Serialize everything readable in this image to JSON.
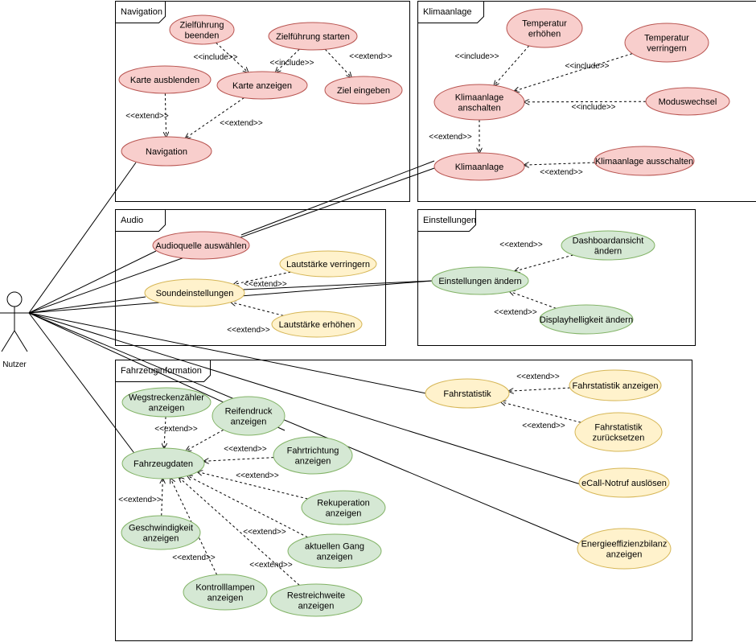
{
  "colors": {
    "red_fill": "#f8cecc",
    "red_stroke": "#b85450",
    "yellow_fill": "#fff2cc",
    "yellow_stroke": "#d6b656",
    "green_fill": "#d5e8d4",
    "green_stroke": "#82b366"
  },
  "actor": {
    "label": "Nutzer"
  },
  "packages": [
    {
      "id": "nav",
      "title": "Navigation"
    },
    {
      "id": "klima",
      "title": "Klimaanlage"
    },
    {
      "id": "audio",
      "title": "Audio"
    },
    {
      "id": "einst",
      "title": "Einstellungen"
    },
    {
      "id": "fzg",
      "title": "Fahrzeuginformation"
    }
  ],
  "use_cases": [
    {
      "id": "zb",
      "color": "red",
      "lines": [
        "Zielführung",
        "beenden"
      ]
    },
    {
      "id": "zs",
      "color": "red",
      "lines": [
        "Zielführung starten"
      ]
    },
    {
      "id": "ka",
      "color": "red",
      "lines": [
        "Karte ausblenden"
      ]
    },
    {
      "id": "kz",
      "color": "red",
      "lines": [
        "Karte anzeigen"
      ]
    },
    {
      "id": "ze",
      "color": "red",
      "lines": [
        "Ziel eingeben"
      ]
    },
    {
      "id": "nv",
      "color": "red",
      "lines": [
        "Navigation"
      ]
    },
    {
      "id": "te",
      "color": "red",
      "lines": [
        "Temperatur",
        "erhöhen"
      ]
    },
    {
      "id": "tv",
      "color": "red",
      "lines": [
        "Temperatur",
        "verringern"
      ]
    },
    {
      "id": "kan",
      "color": "red",
      "lines": [
        "Klimaanlage",
        "anschalten"
      ]
    },
    {
      "id": "mw",
      "color": "red",
      "lines": [
        "Moduswechsel"
      ]
    },
    {
      "id": "kl",
      "color": "red",
      "lines": [
        "Klimaanlage"
      ]
    },
    {
      "id": "kaus",
      "color": "red",
      "lines": [
        "Klimaanlage ausschalten"
      ]
    },
    {
      "id": "aq",
      "color": "red",
      "lines": [
        "Audioquelle auswählen"
      ]
    },
    {
      "id": "lv",
      "color": "yellow",
      "lines": [
        "Lautstärke verringern"
      ]
    },
    {
      "id": "se",
      "color": "yellow",
      "lines": [
        "Soundeinstellungen"
      ]
    },
    {
      "id": "le",
      "color": "yellow",
      "lines": [
        "Lautstärke erhöhen"
      ]
    },
    {
      "id": "da",
      "color": "green",
      "lines": [
        "Dashboardansicht",
        "ändern"
      ]
    },
    {
      "id": "ea",
      "color": "green",
      "lines": [
        "Einstellungen ändern"
      ]
    },
    {
      "id": "dh",
      "color": "green",
      "lines": [
        "Displayhelligkeit ändern"
      ]
    },
    {
      "id": "fs",
      "color": "yellow",
      "lines": [
        "Fahrstatistik"
      ]
    },
    {
      "id": "fsa",
      "color": "yellow",
      "lines": [
        "Fahrstatistik anzeigen"
      ]
    },
    {
      "id": "fsz",
      "color": "yellow",
      "lines": [
        "Fahrstatistik",
        "zurücksetzen"
      ]
    },
    {
      "id": "ec",
      "color": "yellow",
      "lines": [
        "eCall-Notruf auslösen"
      ]
    },
    {
      "id": "eb",
      "color": "yellow",
      "lines": [
        "Energieeffizienzbilanz",
        "anzeigen"
      ]
    },
    {
      "id": "wz",
      "color": "green",
      "lines": [
        "Wegstreckenzähler",
        "anzeigen"
      ]
    },
    {
      "id": "rd",
      "color": "green",
      "lines": [
        "Reifendruck",
        "anzeigen"
      ]
    },
    {
      "id": "fd",
      "color": "green",
      "lines": [
        "Fahrzeugdaten"
      ]
    },
    {
      "id": "fr",
      "color": "green",
      "lines": [
        "Fahrtrichtung",
        "anzeigen"
      ]
    },
    {
      "id": "rk",
      "color": "green",
      "lines": [
        "Rekuperation",
        "anzeigen"
      ]
    },
    {
      "id": "ga",
      "color": "green",
      "lines": [
        "Geschwindigkeit",
        "anzeigen"
      ]
    },
    {
      "id": "ag",
      "color": "green",
      "lines": [
        "aktuellen Gang",
        "anzeigen"
      ]
    },
    {
      "id": "kla",
      "color": "green",
      "lines": [
        "Kontrolllampen",
        "anzeigen"
      ]
    },
    {
      "id": "rw",
      "color": "green",
      "lines": [
        "Restreichweite",
        "anzeigen"
      ]
    }
  ],
  "associations": [
    "nv",
    "aq",
    "se",
    "fd",
    "fs",
    "ec",
    "eb",
    "rd",
    "kl",
    "ea"
  ],
  "dependencies": [
    {
      "from": "zb",
      "to": "kz",
      "label": "<<include>>"
    },
    {
      "from": "zs",
      "to": "kz",
      "label": "<<include>>"
    },
    {
      "from": "zs",
      "to": "ze",
      "label": "<<extend>>"
    },
    {
      "from": "ka",
      "to": "nv",
      "label": "<<extend>>"
    },
    {
      "from": "kz",
      "to": "nv",
      "label": "<<extend>>"
    },
    {
      "from": "te",
      "to": "kan",
      "label": "<<include>>"
    },
    {
      "from": "tv",
      "to": "kan",
      "label": "<<include>>"
    },
    {
      "from": "mw",
      "to": "kan",
      "label": "<<include>>"
    },
    {
      "from": "kan",
      "to": "kl",
      "label": "<<extend>>"
    },
    {
      "from": "kaus",
      "to": "kl",
      "label": "<<extend>>"
    },
    {
      "from": "lv",
      "to": "se",
      "label": "<<extend>>"
    },
    {
      "from": "le",
      "to": "se",
      "label": "<<extend>>"
    },
    {
      "from": "da",
      "to": "ea",
      "label": "<<extend>>"
    },
    {
      "from": "dh",
      "to": "ea",
      "label": "<<extend>>"
    },
    {
      "from": "fsa",
      "to": "fs",
      "label": "<<extend>>"
    },
    {
      "from": "fsz",
      "to": "fs",
      "label": "<<extend>>"
    },
    {
      "from": "wz",
      "to": "fd",
      "label": "<<extend>>"
    },
    {
      "from": "rd",
      "to": "fd",
      "label": ""
    },
    {
      "from": "fr",
      "to": "fd",
      "label": "<<extend>>"
    },
    {
      "from": "rk",
      "to": "fd",
      "label": "<<extend>>"
    },
    {
      "from": "ga",
      "to": "fd",
      "label": "<<extend>>"
    },
    {
      "from": "ag",
      "to": "fd",
      "label": "<<extend>>"
    },
    {
      "from": "kla",
      "to": "fd",
      "label": "<<extend>>"
    },
    {
      "from": "rw",
      "to": "fd",
      "label": "<<extend>>"
    }
  ]
}
